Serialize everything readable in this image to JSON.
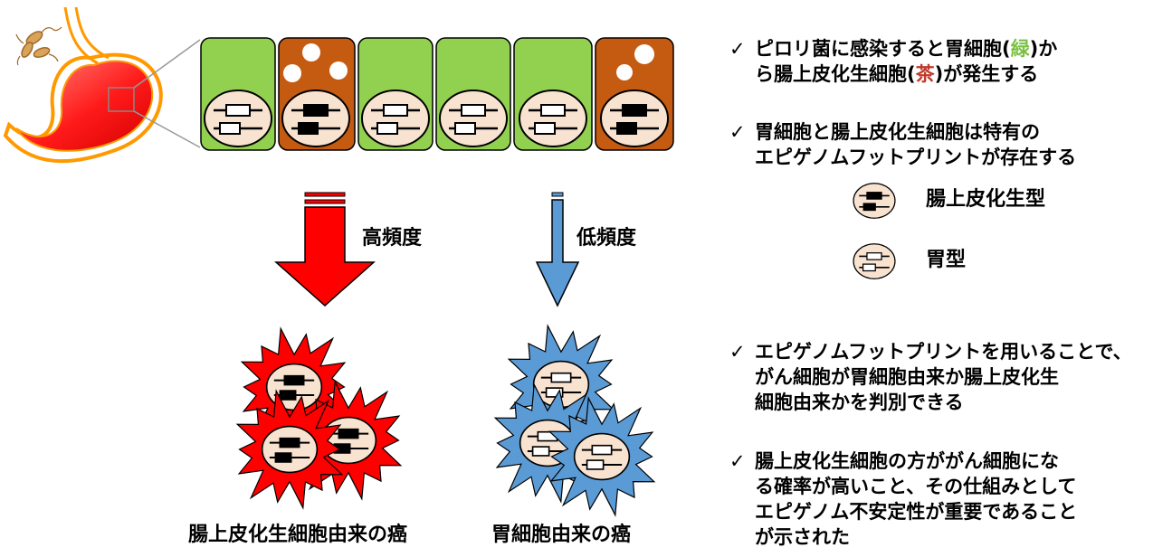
{
  "arrows": {
    "left_label": "高頻度",
    "right_label": "低頻度"
  },
  "captions": {
    "left": "腸上皮化生細胞由来の癌",
    "right": "胃細胞由来の癌"
  },
  "legend": {
    "intestinal": "腸上皮化生型",
    "gastric": "胃型"
  },
  "bullets": {
    "check_mark": "✓",
    "b1": {
      "l1_pre": "ピロリ菌に感染すると胃細胞(",
      "green_word": "緑",
      "l1_post": ")か",
      "l2_pre": "ら腸上皮化生細胞(",
      "brown_word": "茶",
      "l2_post": ")が発生する"
    },
    "b2": {
      "l1": "胃細胞と腸上皮化生細胞は特有の",
      "l2": "エピゲノムフットプリントが存在する"
    },
    "b3": {
      "l1": "エピゲノムフットプリントを用いることで、",
      "l2": "がん細胞が胃細胞由来か腸上皮化生",
      "l3": "細胞由来かを判別できる"
    },
    "b4": {
      "l1": "腸上皮化生細胞の方ががん細胞にな",
      "l2": "る確率が高いこと、その仕組みとして",
      "l3": "エピゲノム不安定性が重要であること",
      "l4": "が示された"
    }
  },
  "colors": {
    "gastric_cell": "#92d050",
    "intestinal_cell": "#c55a11",
    "nucleus": "#f8e2d0",
    "red_cancer": "#ff0000",
    "blue_cancer": "#5b9bd5"
  },
  "icons": [
    "stomach-icon",
    "helicobacter-icon"
  ]
}
